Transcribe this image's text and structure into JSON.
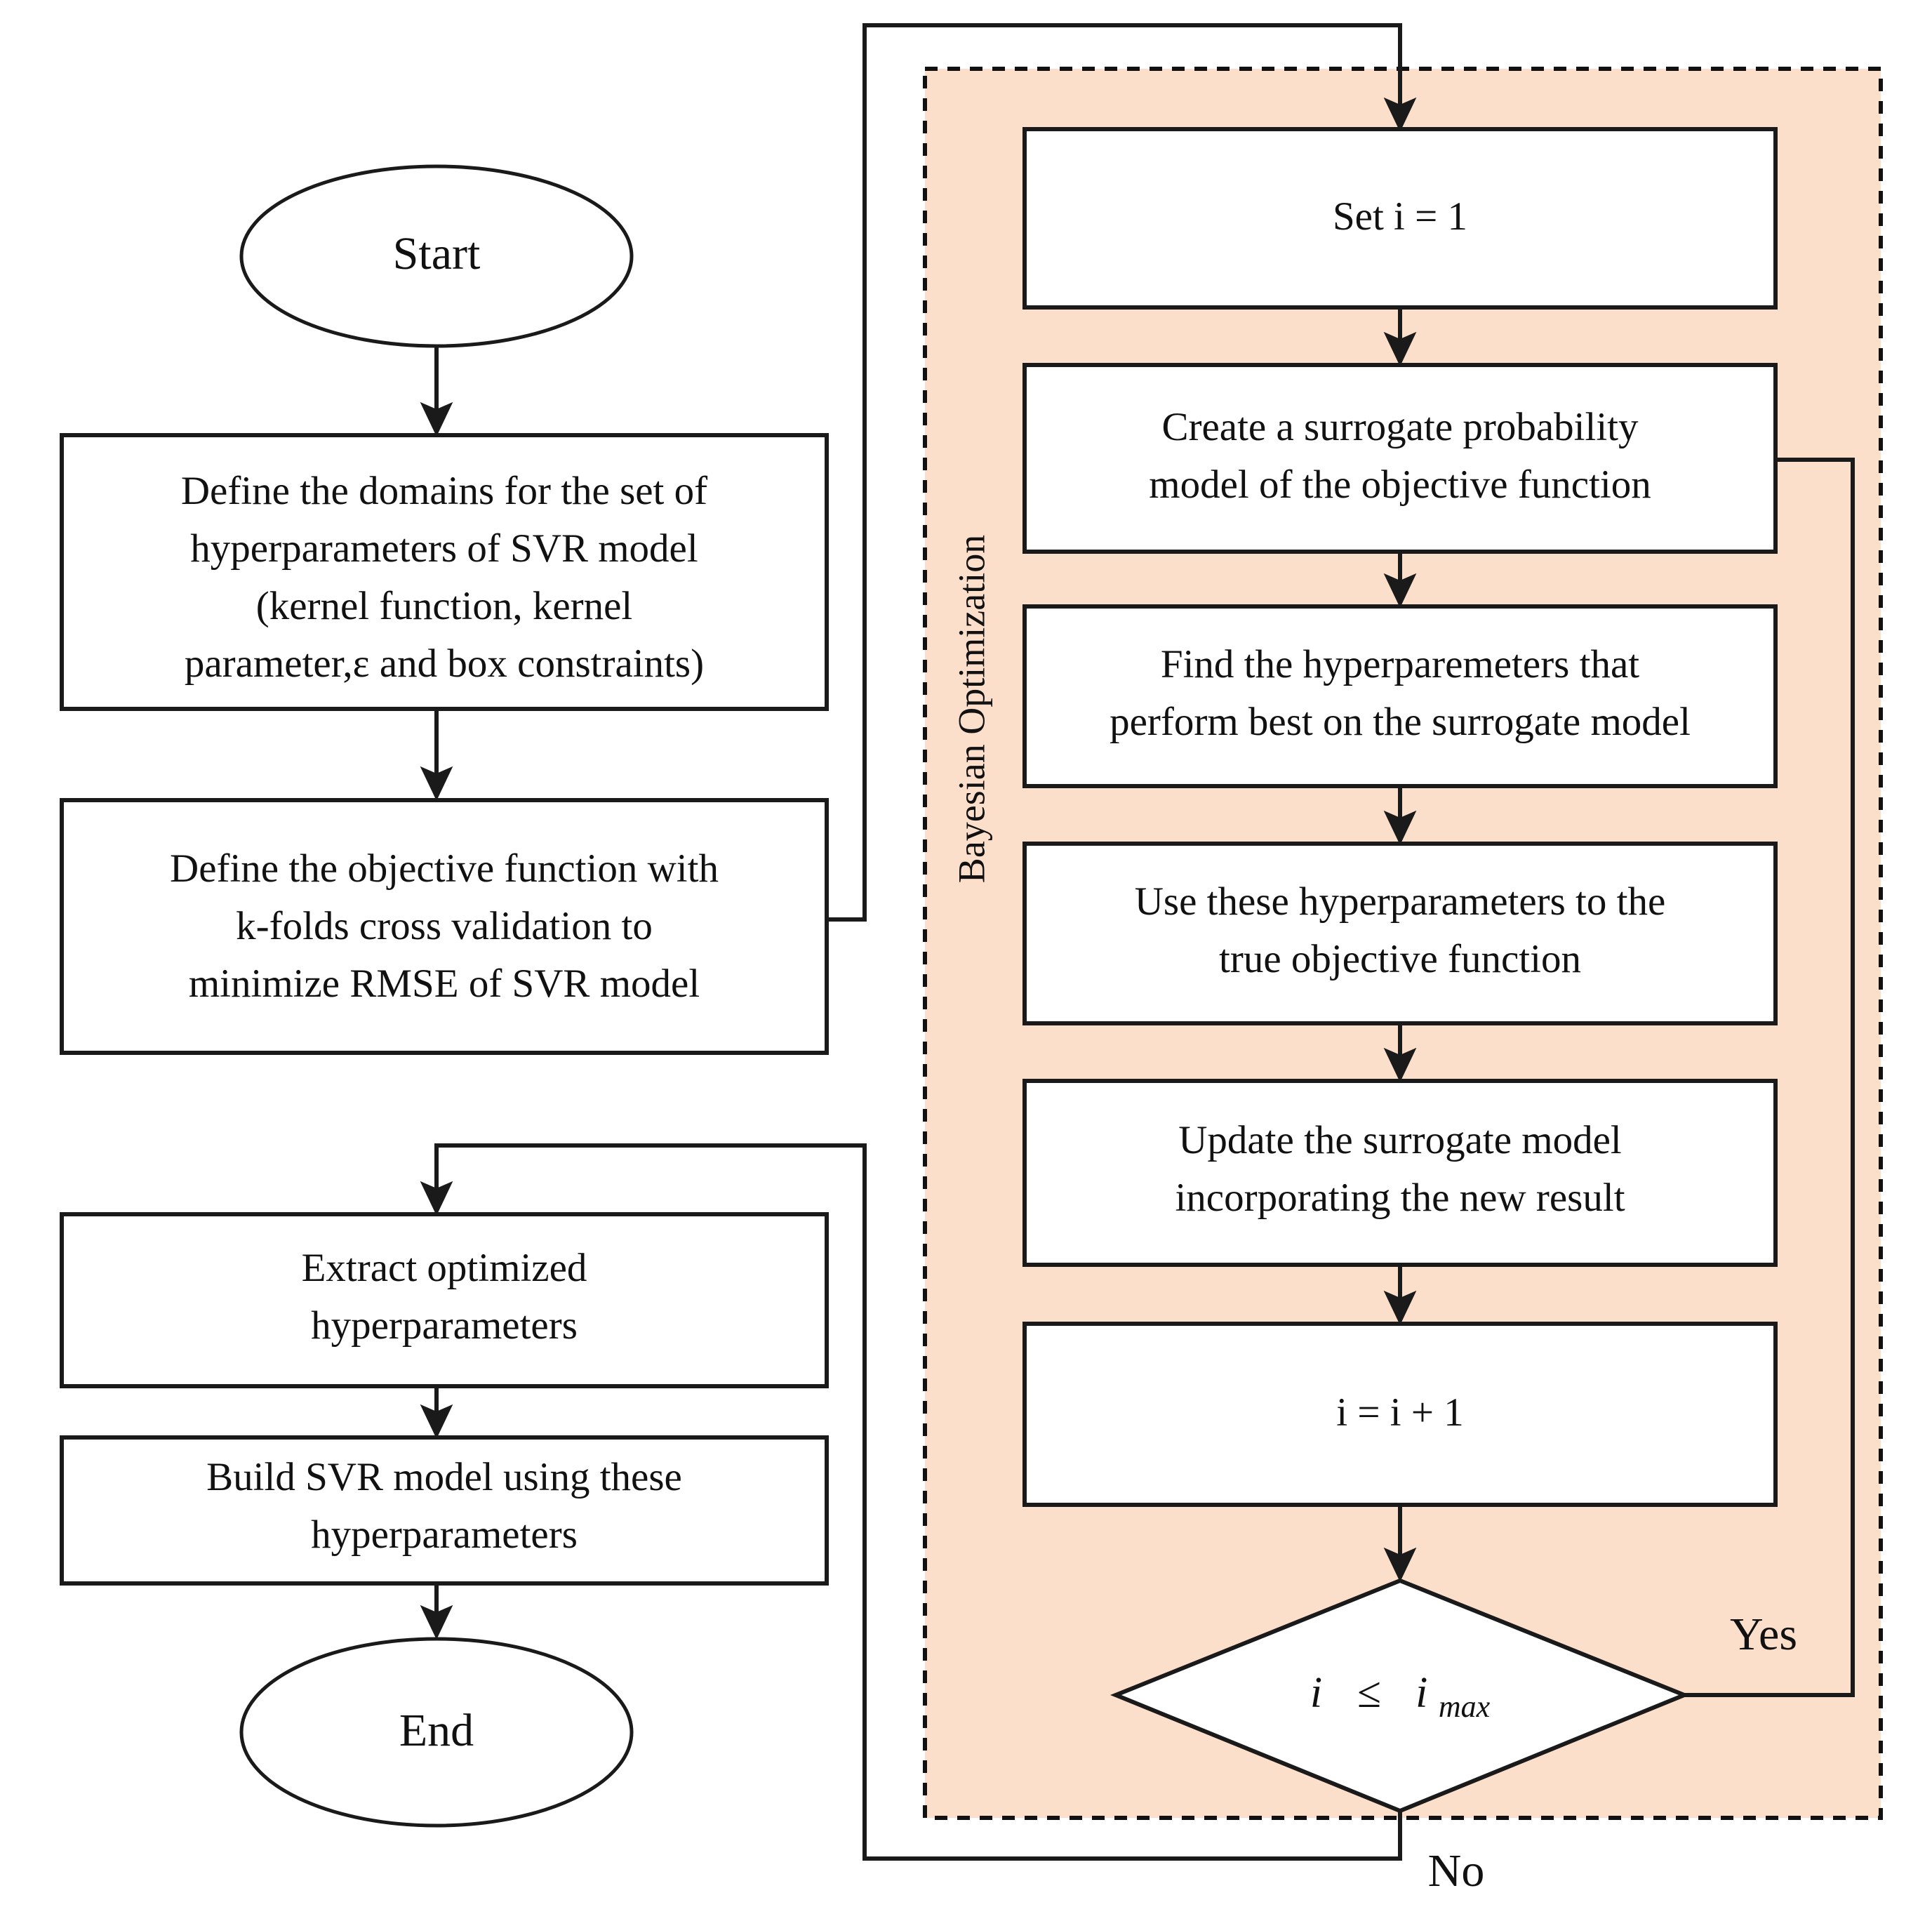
{
  "diagram": {
    "title_label": "Bayesian Optimization",
    "group_fill_color": "#fbdfcb",
    "group_border_color": "#111111",
    "node_fill_color": "#ffffff",
    "line_color": "#1a1a1a"
  },
  "nodes": {
    "start": {
      "label": "Start",
      "shape": "ellipse"
    },
    "define_domains": {
      "shape": "process",
      "line1": "Define the domains for the set of",
      "line2": "hyperparameters of SVR model",
      "line3": "(kernel function, kernel",
      "line4": "parameter,ε and box constraints)"
    },
    "define_objective": {
      "shape": "process",
      "line1": "Define the objective function with",
      "line2": "k-folds cross validation to",
      "line3": "minimize RMSE of SVR model"
    },
    "extract_hyperparameters": {
      "shape": "process",
      "line1": "Extract optimized",
      "line2": "hyperparameters"
    },
    "build_model": {
      "shape": "process",
      "line1": "Build SVR model using these",
      "line2": "hyperparameters"
    },
    "end": {
      "label": "End",
      "shape": "ellipse"
    },
    "set_i": {
      "shape": "process",
      "line1": "Set i = 1"
    },
    "create_surrogate": {
      "shape": "process",
      "line1": "Create a surrogate probability",
      "line2": "model of the objective function"
    },
    "find_hyperparameters": {
      "shape": "process",
      "line1": "Find the hyperparemeters that",
      "line2": "perform best on the surrogate model"
    },
    "use_hyperparameters": {
      "shape": "process",
      "line1": "Use these hyperparameters to the",
      "line2": "true objective function"
    },
    "update_surrogate": {
      "shape": "process",
      "line1": "Update the surrogate model",
      "line2": "incorporating the new result"
    },
    "increment_i": {
      "shape": "process",
      "line1": "i = i + 1"
    },
    "decision": {
      "shape": "diamond",
      "var": "i",
      "operator": "≤",
      "limit_base": "i",
      "limit_sub": "max"
    }
  },
  "edges": {
    "yes_label": "Yes",
    "no_label": "No"
  }
}
